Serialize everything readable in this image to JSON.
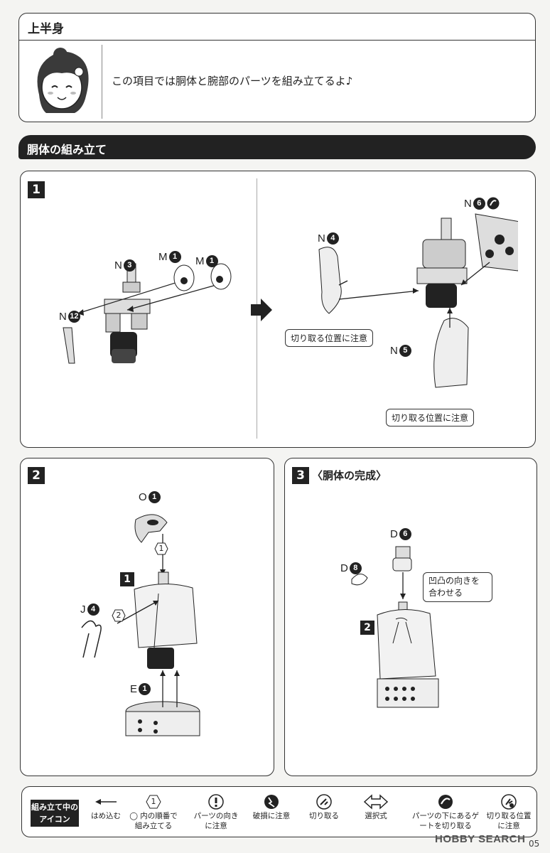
{
  "section": {
    "title": "上半身"
  },
  "intro": {
    "text": "この項目では胴体と腕部のパーツを組み立てるよ♪"
  },
  "subsection": {
    "title": "胴体の組み立て"
  },
  "step1": {
    "number": "1",
    "parts": [
      {
        "letter": "N",
        "num": "3"
      },
      {
        "letter": "M",
        "num": "1"
      },
      {
        "letter": "M",
        "num": "1"
      },
      {
        "letter": "N",
        "num": "12"
      },
      {
        "letter": "N",
        "num": "4"
      },
      {
        "letter": "N",
        "num": "6"
      },
      {
        "letter": "N",
        "num": "5"
      }
    ],
    "note1": "切り取る位置に注意",
    "note2": "切り取る位置に注意"
  },
  "step2": {
    "number": "2",
    "sub_step": "1",
    "parts": [
      {
        "letter": "O",
        "num": "1"
      },
      {
        "letter": "J",
        "num": "4"
      },
      {
        "letter": "E",
        "num": "1"
      }
    ],
    "order": [
      "1",
      "2"
    ]
  },
  "step3": {
    "number": "3",
    "title": "〈胴体の完成〉",
    "sub_step": "2",
    "parts": [
      {
        "letter": "D",
        "num": "6"
      },
      {
        "letter": "D",
        "num": "8"
      }
    ],
    "note": "凹凸の向きを合わせる"
  },
  "legend": {
    "badge": "組み立て中のアイコン",
    "items": [
      {
        "icon": "insert-arrow-icon",
        "label": "はめ込む"
      },
      {
        "icon": "order-hexagon-icon",
        "symbol": "1",
        "label": "◯ 内の順番で組み立てる"
      },
      {
        "icon": "exclamation-icon",
        "label": "パーツの向きに注意"
      },
      {
        "icon": "breakage-icon",
        "label": "破損に注意"
      },
      {
        "icon": "cut-icon",
        "label": "切り取る"
      },
      {
        "icon": "choice-arrows-icon",
        "label": "選択式"
      },
      {
        "icon": "cut-gate-icon",
        "label": "パーツの下にあるゲートを切り取る"
      },
      {
        "icon": "cut-position-icon",
        "label": "切り取る位置に注意"
      }
    ]
  },
  "watermark": "HOBBY SEARCH",
  "page_number": "05"
}
